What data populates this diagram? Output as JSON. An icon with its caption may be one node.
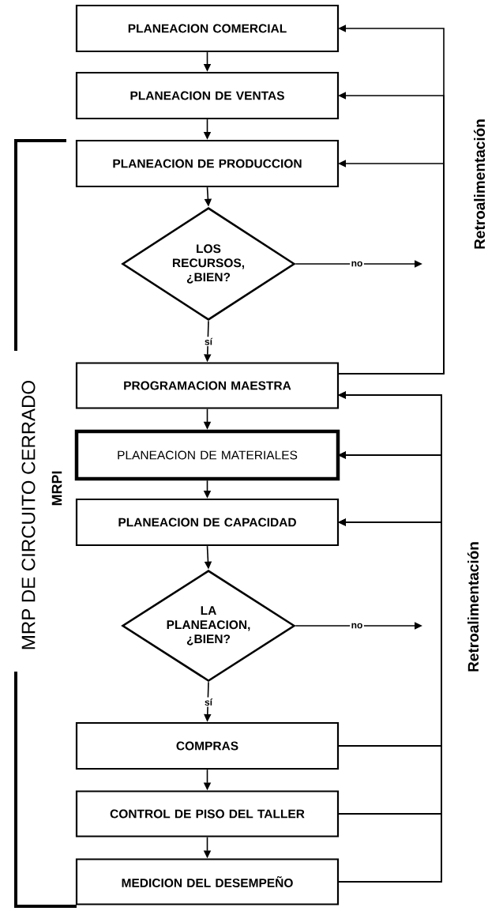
{
  "diagram": {
    "nodes": [
      {
        "text": [
          "PLANEACION COMERCIAL"
        ]
      },
      {
        "text": [
          "PLANEACION DE VENTAS"
        ]
      },
      {
        "text": [
          "PLANEACION DE PRODUCCION"
        ]
      },
      {
        "text": [
          "LOS RECURSOS, ¿BIEN?"
        ]
      },
      {
        "text": [
          "PROGRAMACION MAESTRA"
        ]
      },
      {
        "text": [
          "PLANEACION DE MATERIALES"
        ]
      },
      {
        "text": [
          "PLANEACION DE CAPACIDAD"
        ]
      },
      {
        "text": [
          "LA PLANEACION, ¿BIEN?"
        ]
      },
      {
        "text": [
          "COMPRAS"
        ]
      },
      {
        "text": [
          "CONTROL DE PISO DEL TALLER"
        ]
      },
      {
        "text": [
          "MEDICION DEL DESEMPEÑO"
        ]
      }
    ],
    "edges": [
      {
        "from": 0,
        "to": 1,
        "arrow": "to"
      },
      {
        "from": 1,
        "to": 2,
        "arrow": "to"
      },
      {
        "from": 2,
        "to": 3,
        "arrow": "to"
      },
      {
        "from": 3,
        "to": 4,
        "arrow": "to",
        "label": "sí"
      },
      {
        "from": 4,
        "to": 5,
        "arrow": "to"
      },
      {
        "from": 5,
        "to": 6,
        "arrow": "to"
      },
      {
        "from": 6,
        "to": 7,
        "arrow": "to"
      },
      {
        "from": 7,
        "to": 8,
        "arrow": "to",
        "label": "sí"
      },
      {
        "from": 8,
        "to": 9,
        "arrow": "to"
      },
      {
        "from": 9,
        "to": 10,
        "arrow": "to"
      },
      {
        "from": 3,
        "to": null,
        "arrow": "to",
        "label": "no"
      },
      {
        "from": 7,
        "to": null,
        "arrow": "to",
        "label": "no"
      },
      {
        "from": 4,
        "to": 0,
        "arrow": "to"
      },
      {
        "from": 4,
        "to": 1,
        "arrow": "to"
      },
      {
        "from": 4,
        "to": 2,
        "arrow": "to"
      },
      {
        "from": 8,
        "to": 4,
        "arrow": "to"
      },
      {
        "from": 8,
        "to": 5,
        "arrow": "to"
      },
      {
        "from": 8,
        "to": 6,
        "arrow": "to"
      },
      {
        "from": 9,
        "to": 4,
        "arrow": "to"
      },
      {
        "from": 9,
        "to": 5,
        "arrow": "to"
      },
      {
        "from": 9,
        "to": 6,
        "arrow": "to"
      },
      {
        "from": 10,
        "to": 4,
        "arrow": "to"
      },
      {
        "from": 10,
        "to": 5,
        "arrow": "to"
      },
      {
        "from": 10,
        "to": 6,
        "arrow": "to"
      }
    ],
    "labels": [
      "Retroalimentación",
      "MRPI",
      "MRP DE CIRCUITO CERRADO",
      "Retroalimentación"
    ]
  }
}
